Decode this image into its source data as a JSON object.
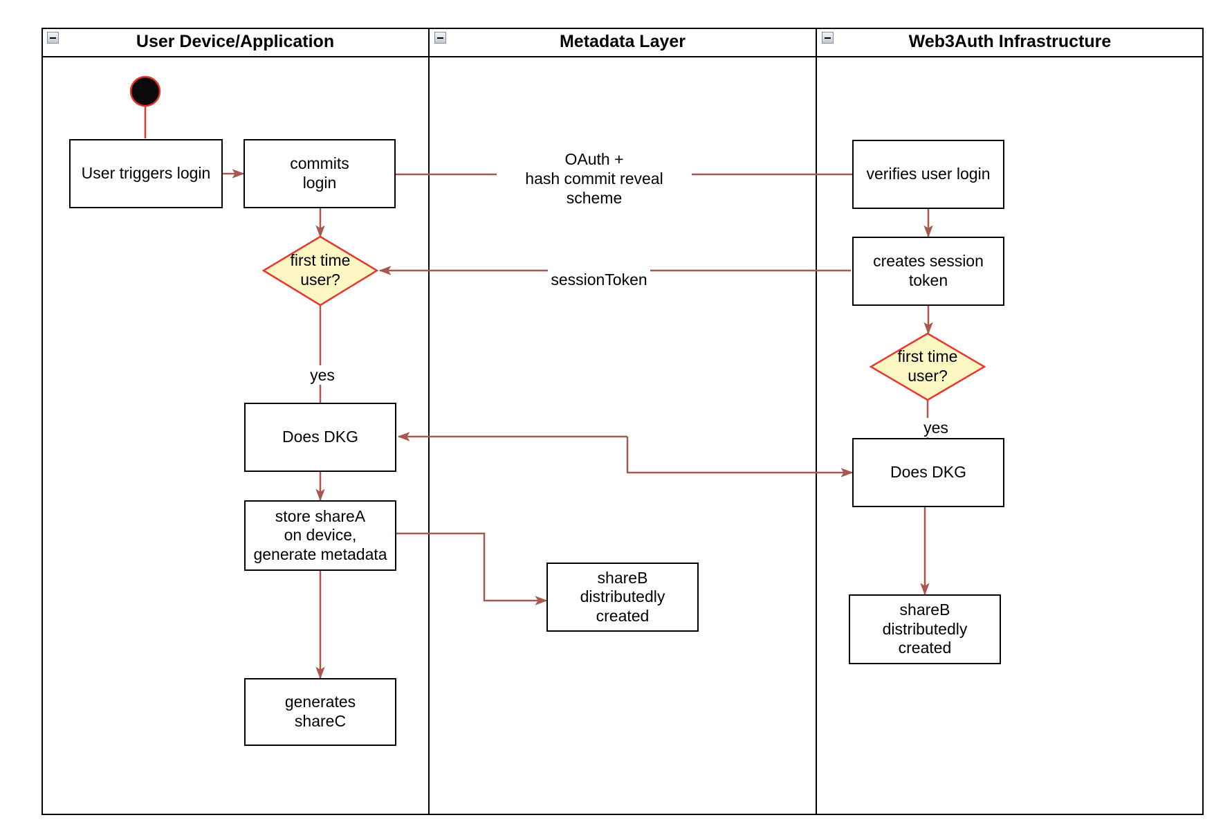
{
  "lanes": [
    {
      "id": "user-device",
      "title": "User Device/Application"
    },
    {
      "id": "metadata-layer",
      "title": "Metadata Layer"
    },
    {
      "id": "web3auth-infra",
      "title": "Web3Auth Infrastructure"
    }
  ],
  "nodes": {
    "user_triggers_login": {
      "label": "User triggers login"
    },
    "commits_login": {
      "label": "commits\nlogin"
    },
    "first_time_user_left": {
      "label": "first time\nuser?"
    },
    "does_dkg_left": {
      "label": "Does DKG"
    },
    "store_sharea": {
      "label": "store shareA\non device,\ngenerate metadata"
    },
    "generates_sharec": {
      "label": "generates\nshareC"
    },
    "shareb_metadata": {
      "label": "shareB\ndistributedly\ncreated"
    },
    "verifies_user_login": {
      "label": "verifies user login"
    },
    "creates_session_token": {
      "label": "creates session\ntoken"
    },
    "first_time_user_right": {
      "label": "first time\nuser?"
    },
    "does_dkg_right": {
      "label": "Does DKG"
    },
    "shareb_web3auth": {
      "label": "shareB\ndistributedly\ncreated"
    }
  },
  "edge_labels": {
    "oauth": "OAuth +\nhash commit reveal scheme",
    "session_token": "sessionToken",
    "yes_left": "yes",
    "yes_right": "yes"
  },
  "colors": {
    "connector": "#A9564F",
    "start_accent": "#E8332A",
    "decision_border": "#E8382E",
    "decision_fill": "#FCF6C3",
    "shape_border": "#000000",
    "shape_fill": "#FFFFFF"
  }
}
